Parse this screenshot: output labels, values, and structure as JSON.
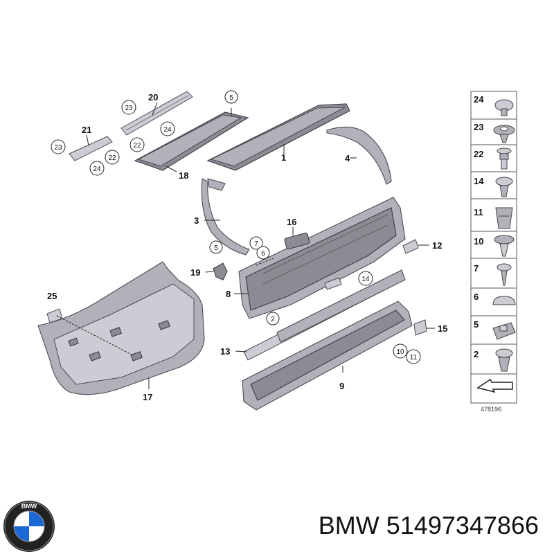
{
  "diagram": {
    "callouts": [
      {
        "id": "1",
        "label": "1"
      },
      {
        "id": "3",
        "label": "3"
      },
      {
        "id": "4",
        "label": "4"
      },
      {
        "id": "8",
        "label": "8"
      },
      {
        "id": "9",
        "label": "9"
      },
      {
        "id": "12",
        "label": "12"
      },
      {
        "id": "13",
        "label": "13"
      },
      {
        "id": "15",
        "label": "15"
      },
      {
        "id": "16",
        "label": "16"
      },
      {
        "id": "17",
        "label": "17"
      },
      {
        "id": "18",
        "label": "18"
      },
      {
        "id": "19",
        "label": "19"
      },
      {
        "id": "20",
        "label": "20"
      },
      {
        "id": "21",
        "label": "21"
      },
      {
        "id": "25",
        "label": "25"
      }
    ],
    "circled_callouts": [
      {
        "id": "c5a",
        "label": "5"
      },
      {
        "id": "c5b",
        "label": "5"
      },
      {
        "id": "c7",
        "label": "7"
      },
      {
        "id": "c6",
        "label": "6"
      },
      {
        "id": "c2",
        "label": "2"
      },
      {
        "id": "c14",
        "label": "14"
      },
      {
        "id": "c10",
        "label": "10"
      },
      {
        "id": "c11",
        "label": "11"
      },
      {
        "id": "c23a",
        "label": "23"
      },
      {
        "id": "c24a",
        "label": "24"
      },
      {
        "id": "c22a",
        "label": "22"
      },
      {
        "id": "c23b",
        "label": "23"
      },
      {
        "id": "c22b",
        "label": "22"
      },
      {
        "id": "c24b",
        "label": "24"
      }
    ],
    "legend": {
      "items": [
        "24",
        "23",
        "22",
        "14",
        "11",
        "10",
        "7",
        "6",
        "5",
        "2"
      ],
      "diagram_number": "478196"
    }
  },
  "footer": {
    "brand": "BMW",
    "part_number": "51497347866",
    "logo_letters": "BMW"
  }
}
